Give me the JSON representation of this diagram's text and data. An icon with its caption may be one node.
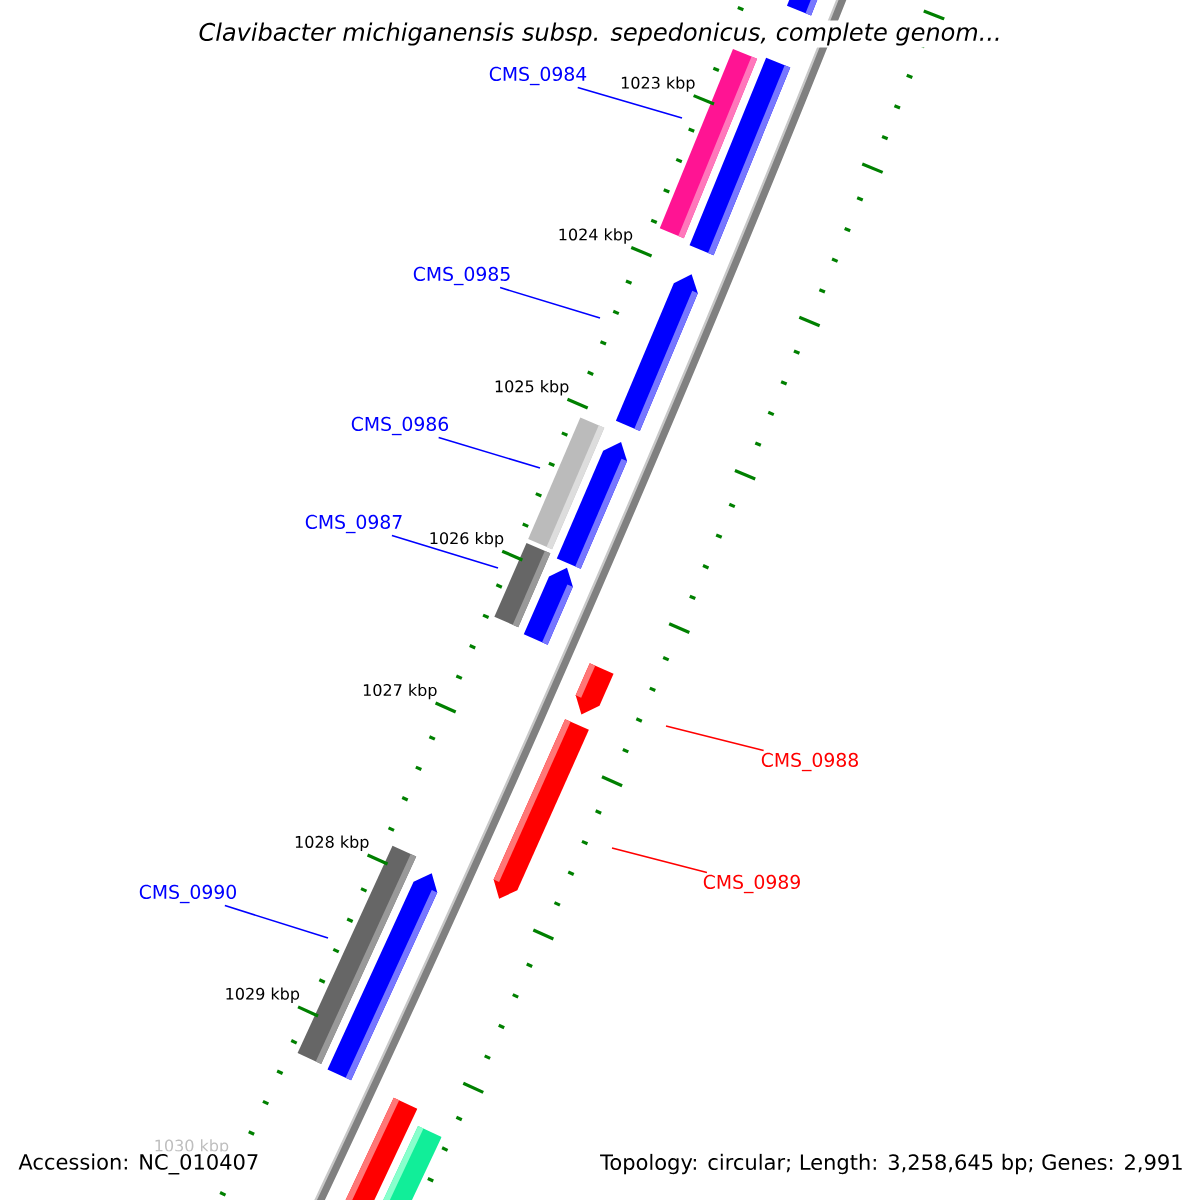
{
  "diagram": {
    "title": "Clavibacter michiganensis subsp. sepedonicus, complete genom...",
    "nodes": [
      {
        "text": [
          "CMS_0984"
        ]
      },
      {
        "text": [
          "CMS_0985"
        ]
      },
      {
        "text": [
          "CMS_0986"
        ]
      },
      {
        "text": [
          "CMS_0987"
        ]
      },
      {
        "text": [
          "CMS_0988"
        ]
      },
      {
        "text": [
          "CMS_0989"
        ]
      },
      {
        "text": [
          "CMS_0990"
        ]
      }
    ],
    "edges": [
      {
        "from": 0,
        "to": null,
        "arrow": "none"
      },
      {
        "from": 1,
        "to": null,
        "arrow": "none"
      },
      {
        "from": 2,
        "to": null,
        "arrow": "none"
      },
      {
        "from": 3,
        "to": null,
        "arrow": "none"
      },
      {
        "from": 4,
        "to": null,
        "arrow": "none",
        "color": "#ff0000"
      },
      {
        "from": 5,
        "to": null,
        "arrow": "none",
        "color": "#ff0000"
      },
      {
        "from": 6,
        "to": null,
        "arrow": "none"
      }
    ],
    "labels": [
      "1023 kbp",
      "1024 kbp",
      "1025 kbp",
      "1026 kbp",
      "1027 kbp",
      "1028 kbp",
      "1029 kbp",
      "1030 kbp",
      "Accession: NC_010407",
      "Topology: circular; Length: 3,258,645 bp; Genes: 2,991"
    ]
  }
}
